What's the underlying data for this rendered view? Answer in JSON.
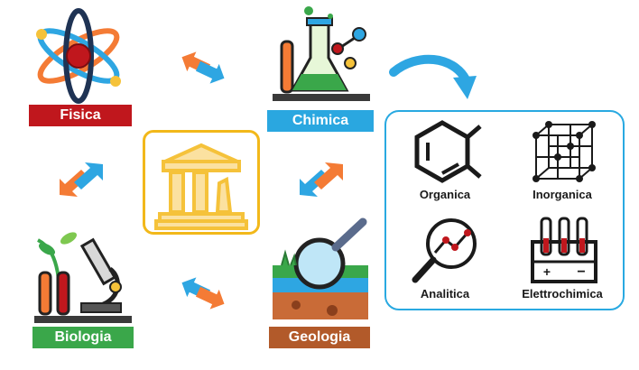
{
  "nodes": {
    "fisica": {
      "label": "Fisica",
      "color": "#c0171d"
    },
    "chimica": {
      "label": "Chimica",
      "color": "#2aa7e0"
    },
    "biologia": {
      "label": "Biologia",
      "color": "#3aa74a"
    },
    "geologia": {
      "label": "Geologia",
      "color": "#b25a2a"
    }
  },
  "chemistry_branches": [
    {
      "label": "Organica",
      "icon": "benzene-ring-icon"
    },
    {
      "label": "Inorganica",
      "icon": "crystal-lattice-icon"
    },
    {
      "label": "Analitica",
      "icon": "magnifier-graph-icon"
    },
    {
      "label": "Elettrochimica",
      "icon": "electrochemical-cell-icon"
    }
  ],
  "colors": {
    "arrow_orange": "#f47b35",
    "arrow_blue": "#2ea6e2",
    "panel_border": "#29a9e1",
    "center_border": "#f2b81a",
    "center_icon": "#f5c23a"
  }
}
